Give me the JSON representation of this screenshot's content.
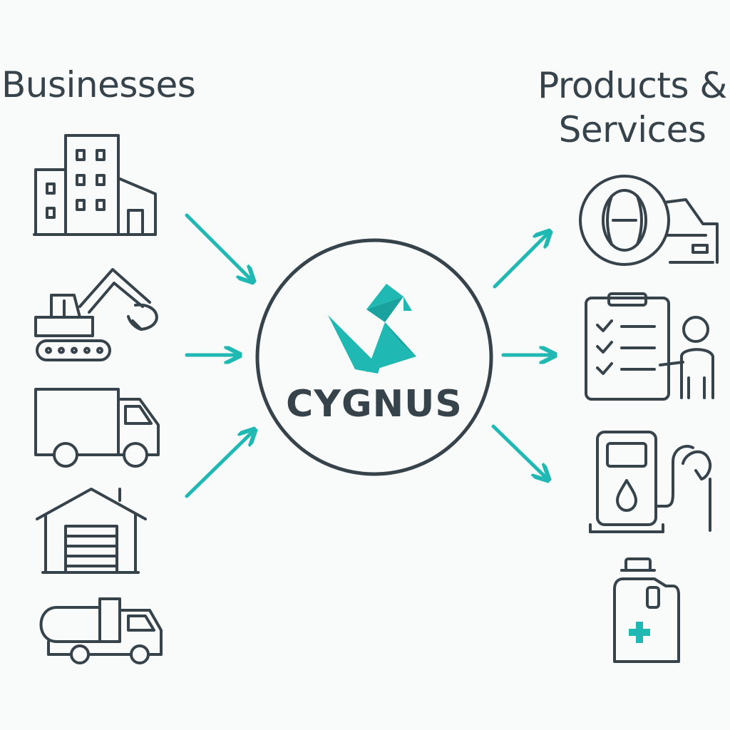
{
  "headings": {
    "left": "Businesses",
    "right": "Products & Services"
  },
  "hub": {
    "brand_name": "CYGNUS",
    "logo_icon": "swan-logo-icon"
  },
  "businesses": [
    {
      "icon": "office-building-icon"
    },
    {
      "icon": "excavator-icon"
    },
    {
      "icon": "box-truck-icon"
    },
    {
      "icon": "garage-icon"
    },
    {
      "icon": "tanker-truck-icon"
    }
  ],
  "products_services": [
    {
      "icon": "tire-and-car-icon"
    },
    {
      "icon": "checklist-consultant-icon"
    },
    {
      "icon": "fuel-pump-icon"
    },
    {
      "icon": "fluid-container-icon"
    }
  ],
  "colors": {
    "accent": "#20b8b2",
    "ink": "#37434b",
    "background": "#f9fafa"
  }
}
